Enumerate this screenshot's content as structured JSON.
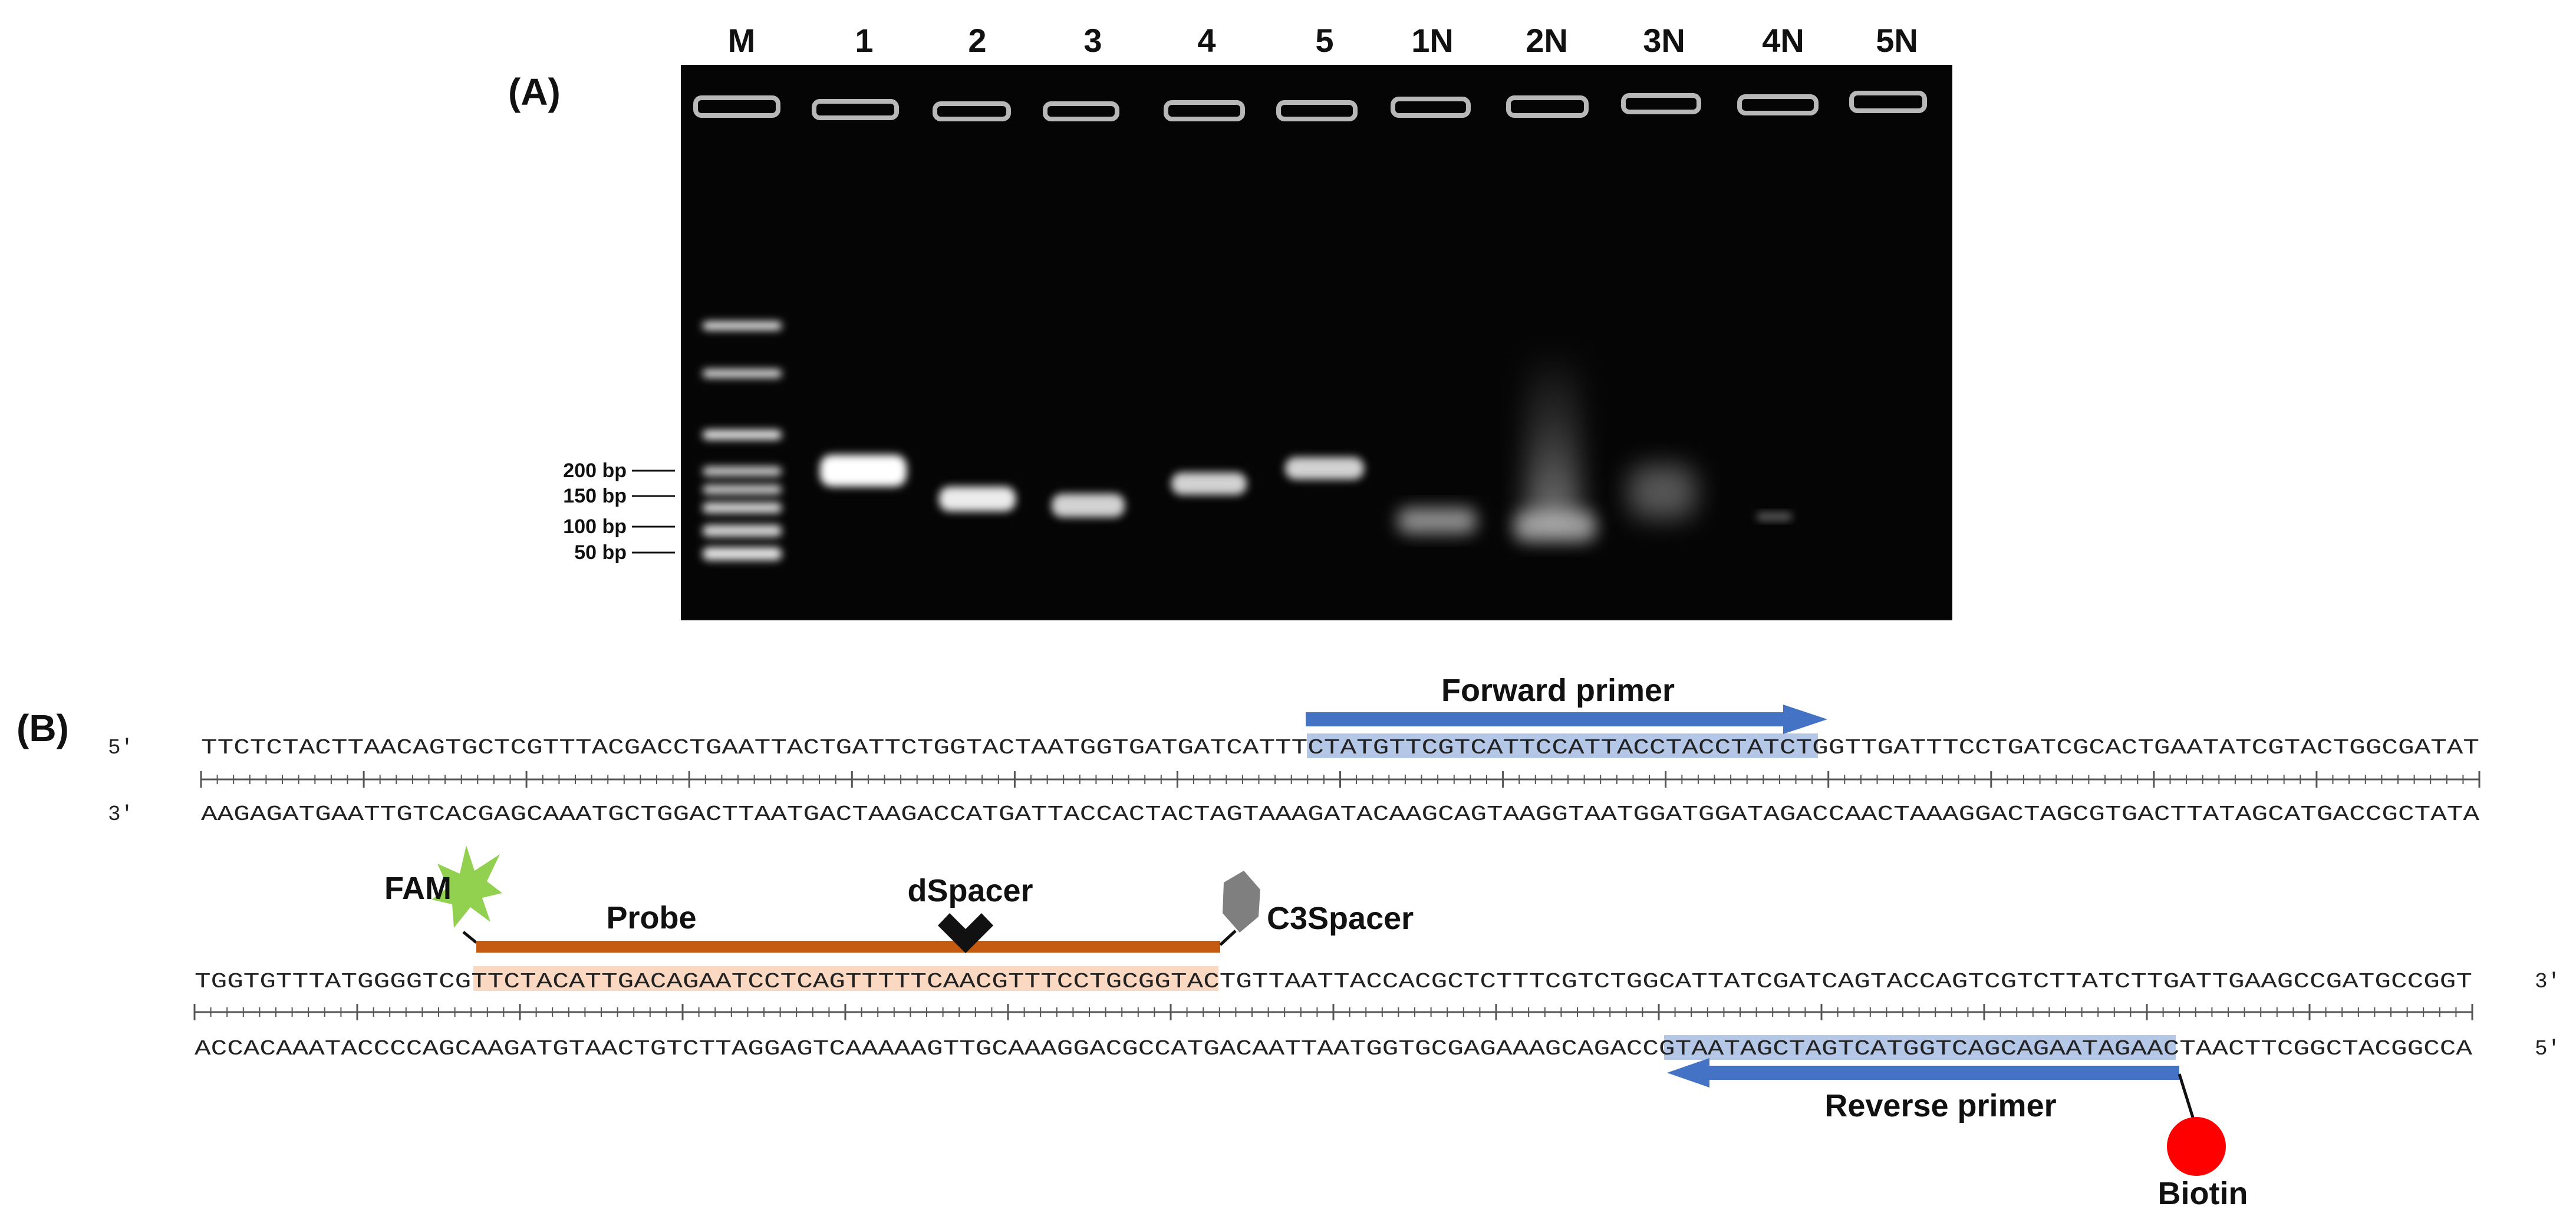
{
  "panels": {
    "a": "(A)",
    "b": "(B)"
  },
  "gel": {
    "lanes": [
      "M",
      "1",
      "2",
      "3",
      "4",
      "5",
      "1N",
      "2N",
      "3N",
      "4N",
      "5N"
    ],
    "size_markers": [
      "200 bp",
      "150 bp",
      "100 bp",
      "50 bp"
    ]
  },
  "sequence": {
    "row1": {
      "left_end": "5′",
      "right_end": "",
      "top": "TTCTCTACTTAACAGTGCTCGTTTACGACCTGAATTACTGATTCTGGTACTAATGGTGATGATCATTTCTATGTTCGTCATTCCATTACCTACCTATCTGGTTGATTTCCTGATCGCACTGAATATCGTACTGGCGATAT",
      "bottom_left_end": "3′",
      "bottom": "AAGAGATGAATTGTCACGAGCAAATGCTGGACTTAATGACTAAGACCATGATTACCACTACTAGTAAAGATACAAGCAGTAAGGTAATGGATGGATAGACCAACTAAAGGACTAGCGTGACTTATAGCATGACCGCTATA"
    },
    "row2": {
      "top": "TGGTGTTTATGGGGTCGTTCTACATTGACAGAATCCTCAGTTTTTCAACGTTTCCTGCGGTACTGTTAATTACCACGCTCTTTCGTCTGGCATTATCGATCAGTACCAGTCGTCTTATCTTGATTGAAGCCGATGCCGGT",
      "top_right_end": "3′",
      "bottom": "ACCACAAATACCCCAGCAAGATGTAACTGTCTTAGGAGTCAAAAAGTTGCAAAGGACGCCATGACAATTAATGGTGCGAGAAAGCAGACCGTAATAGCTAGTCATGGTCAGCAGAATAGAACTAACTTCGGCTACGGCCA",
      "bottom_right_end": "5′"
    }
  },
  "annotations": {
    "forward_primer": "Forward primer",
    "reverse_primer": "Reverse primer",
    "probe": "Probe",
    "fam": "FAM",
    "dspacer": "dSpacer",
    "c3spacer": "C3Spacer",
    "biotin": "Biotin"
  },
  "colors": {
    "primer_arrow": "#4472C4",
    "primer_highlight": "#B4C7E7",
    "probe_bar": "#C55A11",
    "probe_highlight": "#F8CBAD",
    "fam_star": "#92D050",
    "c3spacer_marker": "#7F7F7F",
    "biotin_marker": "#FF0000"
  }
}
